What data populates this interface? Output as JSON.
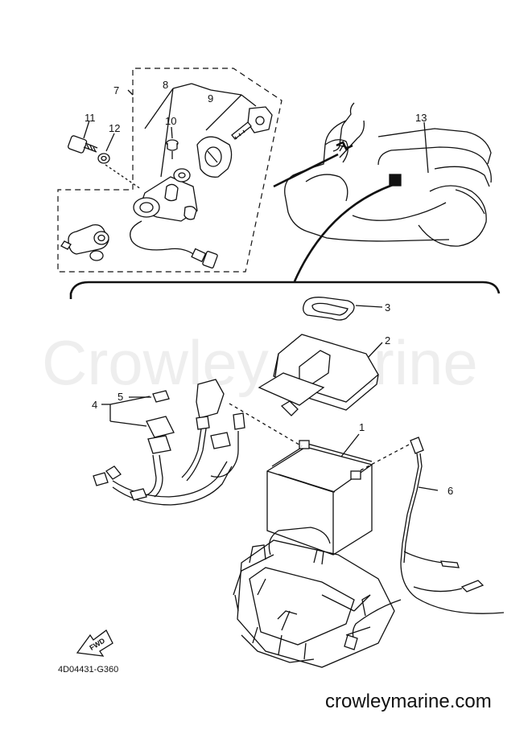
{
  "watermark": "Crowley Marine",
  "footer_url": "crowleymarine.com",
  "drawing_code": "4D04431-G360",
  "fwd_label": "FWD",
  "callouts": {
    "c1": "1",
    "c2": "2",
    "c3": "3",
    "c4": "4",
    "c5": "5",
    "c6": "6",
    "c7": "7",
    "c8": "8",
    "c9": "9",
    "c10": "10",
    "c11": "11",
    "c12": "12",
    "c13": "13"
  }
}
